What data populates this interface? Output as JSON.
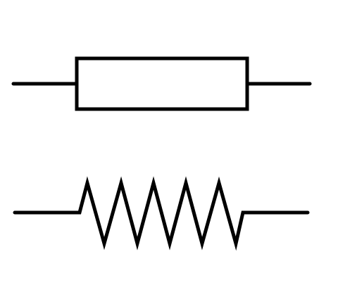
{
  "symbols": [
    {
      "name": "resistor-iec",
      "style": "rectangle"
    },
    {
      "name": "resistor-ansi",
      "style": "zigzag",
      "peaks": 5
    }
  ],
  "colors": {
    "stroke": "#000000",
    "background": "#ffffff"
  }
}
